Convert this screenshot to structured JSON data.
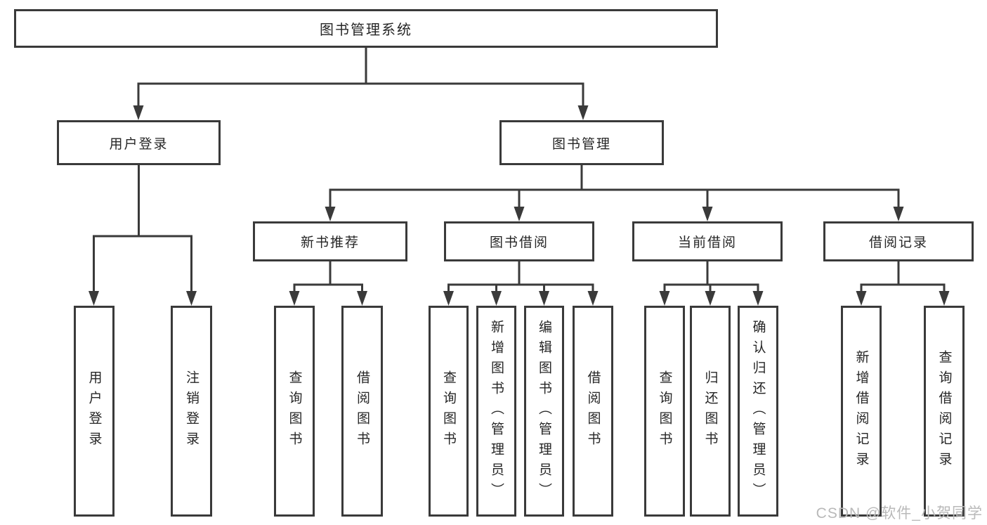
{
  "diagram_type": "hierarchy-tree",
  "colors": {
    "line": "#3a3a3a",
    "node_border": "#3a3a3a",
    "node_background": "#ffffff",
    "text": "#262626",
    "watermark": "#b9b9b9",
    "background": "#ffffff"
  },
  "nodes": {
    "root": "图书管理系统",
    "l2": [
      "用户登录",
      "图书管理"
    ],
    "l3": [
      "新书推荐",
      "图书借阅",
      "当前借阅",
      "借阅记录"
    ],
    "leaves": [
      [
        "用户登录",
        "注销登录"
      ],
      [
        "查询图书",
        "借阅图书"
      ],
      [
        "查询图书",
        "新增图书（管理员）",
        "编辑图书（管理员）",
        "借阅图书"
      ],
      [
        "查询图书",
        "归还图书",
        "确认归还（管理员）"
      ],
      [
        "新增借阅记录",
        "查询借阅记录"
      ]
    ]
  },
  "watermark": "CSDN @软件_小贺同学"
}
